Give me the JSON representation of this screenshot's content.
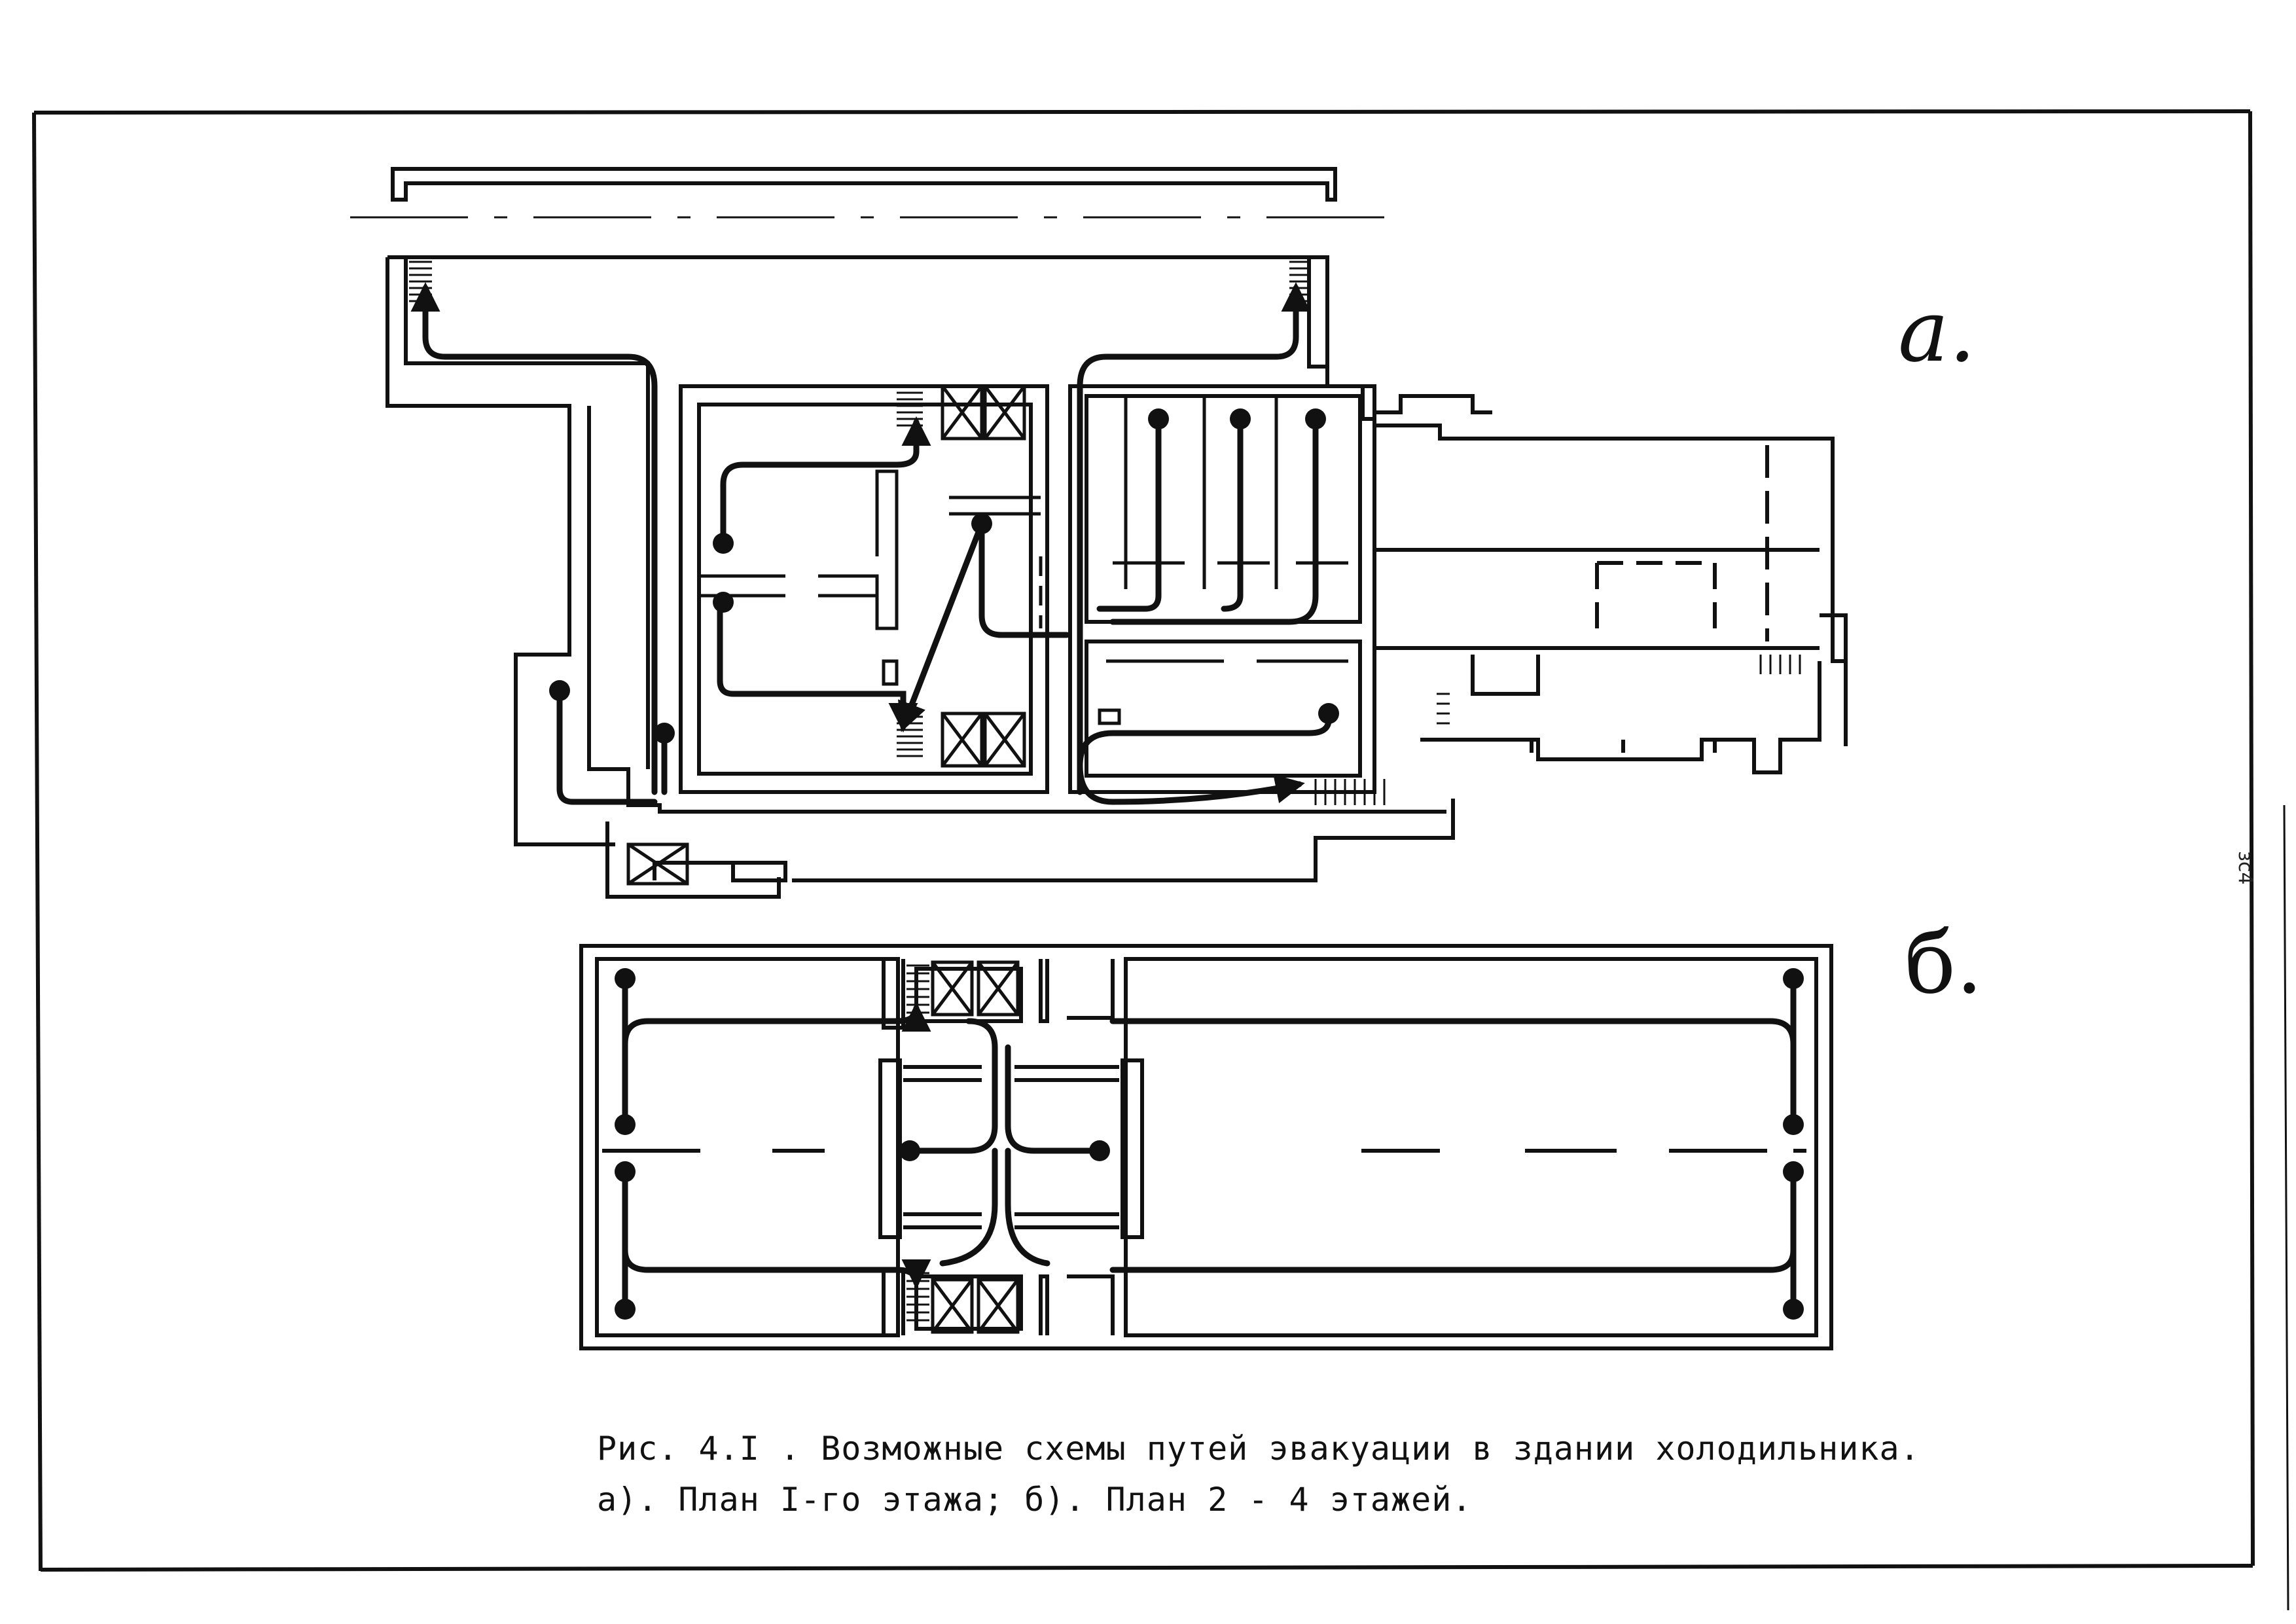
{
  "figure": {
    "caption_line1": "Рис. 4.I . Возможные схемы путей эвакуации в здании холодильника.",
    "caption_line2": "а). План I-го этажа;   б). План 2 - 4 этажей.",
    "label_a": "a.",
    "label_b": "б.",
    "side_mark": "зс4"
  },
  "colors": {
    "ink": "#111111",
    "paper": "#ffffff"
  }
}
